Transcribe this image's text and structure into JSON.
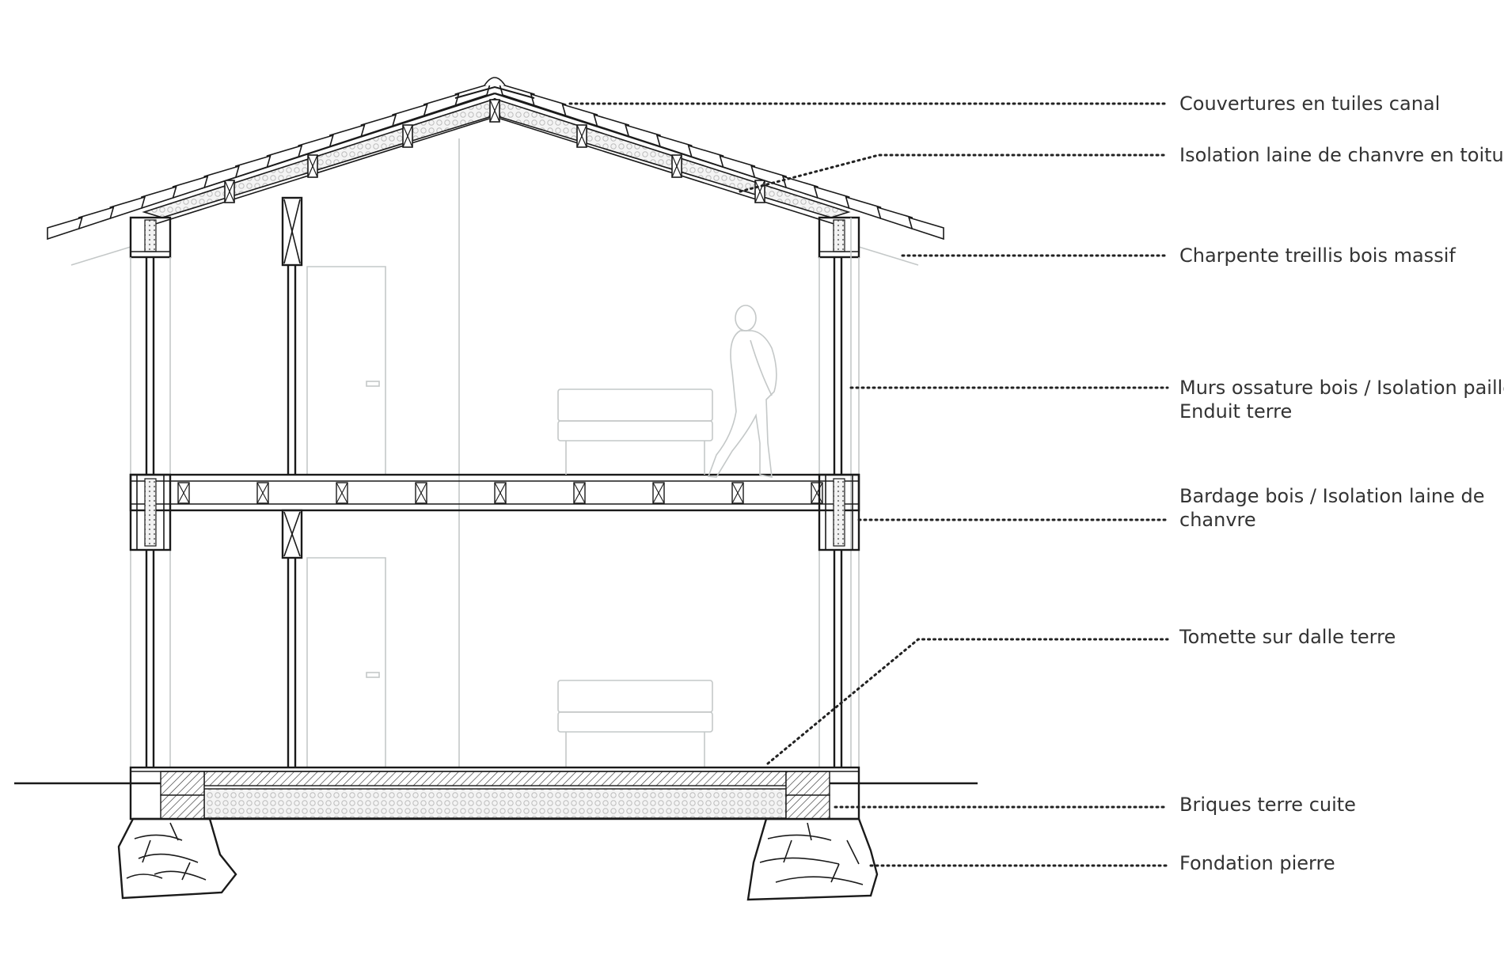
{
  "labels": {
    "roof_tiles": "Couvertures en tuiles canal",
    "roof_insulation": "Isolation laine de chanvre en toiture",
    "truss": "Charpente treillis bois massif",
    "walls_line1": "Murs ossature bois / Isolation paille",
    "walls_line2": "Enduit terre",
    "cladding_line1": "Bardage bois / Isolation laine de",
    "cladding_line2": "chanvre",
    "floor": "Tomette sur dalle terre",
    "bricks": "Briques terre cuite",
    "foundation": "Fondation pierre"
  },
  "colors": {
    "line": "#1a1a1a",
    "light_line": "#c4c8c8",
    "text": "#333333",
    "insulation": "#e4e4e4"
  }
}
